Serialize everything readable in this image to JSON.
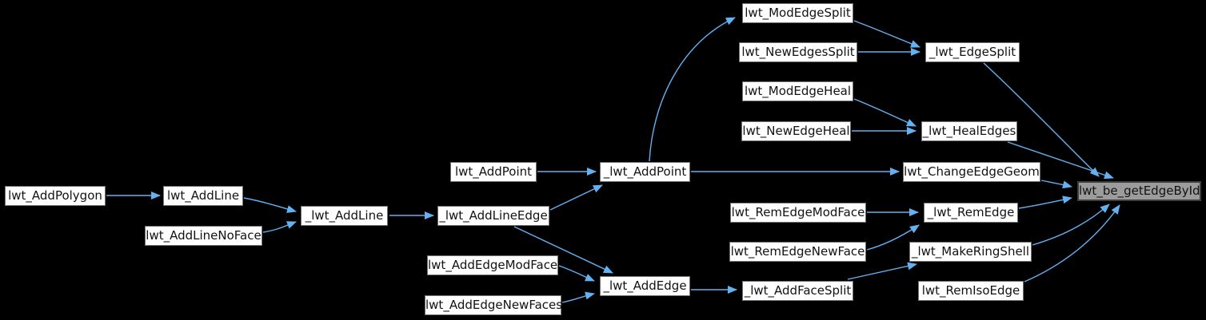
{
  "diagram": {
    "type": "call-graph",
    "highlighted_node": "lwt_be_getEdgeById",
    "nodes": [
      {
        "id": 0,
        "label": "lwt_AddPolygon"
      },
      {
        "id": 1,
        "label": "lwt_AddLine"
      },
      {
        "id": 2,
        "label": "lwt_AddLineNoFace"
      },
      {
        "id": 3,
        "label": "_lwt_AddLine"
      },
      {
        "id": 4,
        "label": "lwt_AddPoint"
      },
      {
        "id": 5,
        "label": "_lwt_AddLineEdge"
      },
      {
        "id": 6,
        "label": "lwt_AddEdgeModFace"
      },
      {
        "id": 7,
        "label": "lwt_AddEdgeNewFaces"
      },
      {
        "id": 8,
        "label": "_lwt_AddPoint"
      },
      {
        "id": 9,
        "label": "_lwt_AddEdge"
      },
      {
        "id": 10,
        "label": "lwt_ModEdgeSplit"
      },
      {
        "id": 11,
        "label": "lwt_NewEdgesSplit"
      },
      {
        "id": 12,
        "label": "lwt_ModEdgeHeal"
      },
      {
        "id": 13,
        "label": "lwt_NewEdgeHeal"
      },
      {
        "id": 14,
        "label": "lwt_RemEdgeModFace"
      },
      {
        "id": 15,
        "label": "lwt_RemEdgeNewFace"
      },
      {
        "id": 16,
        "label": "_lwt_AddFaceSplit"
      },
      {
        "id": 17,
        "label": "_lwt_EdgeSplit"
      },
      {
        "id": 18,
        "label": "_lwt_HealEdges"
      },
      {
        "id": 19,
        "label": "lwt_ChangeEdgeGeom"
      },
      {
        "id": 20,
        "label": "_lwt_RemEdge"
      },
      {
        "id": 21,
        "label": "_lwt_MakeRingShell"
      },
      {
        "id": 22,
        "label": "lwt_RemIsoEdge"
      },
      {
        "id": 23,
        "label": "lwt_be_getEdgeById"
      }
    ],
    "edges": [
      {
        "from": "lwt_AddPolygon",
        "to": "lwt_AddLine"
      },
      {
        "from": "lwt_AddLine",
        "to": "_lwt_AddLine"
      },
      {
        "from": "lwt_AddLineNoFace",
        "to": "_lwt_AddLine"
      },
      {
        "from": "_lwt_AddLine",
        "to": "_lwt_AddLineEdge"
      },
      {
        "from": "lwt_AddPoint",
        "to": "_lwt_AddPoint"
      },
      {
        "from": "_lwt_AddLineEdge",
        "to": "_lwt_AddPoint"
      },
      {
        "from": "_lwt_AddLineEdge",
        "to": "_lwt_AddEdge"
      },
      {
        "from": "lwt_AddEdgeModFace",
        "to": "_lwt_AddEdge"
      },
      {
        "from": "lwt_AddEdgeNewFaces",
        "to": "_lwt_AddEdge"
      },
      {
        "from": "_lwt_AddPoint",
        "to": "lwt_ModEdgeSplit"
      },
      {
        "from": "_lwt_AddPoint",
        "to": "lwt_ChangeEdgeGeom"
      },
      {
        "from": "lwt_ModEdgeSplit",
        "to": "_lwt_EdgeSplit"
      },
      {
        "from": "lwt_NewEdgesSplit",
        "to": "_lwt_EdgeSplit"
      },
      {
        "from": "lwt_ModEdgeHeal",
        "to": "_lwt_HealEdges"
      },
      {
        "from": "lwt_NewEdgeHeal",
        "to": "_lwt_HealEdges"
      },
      {
        "from": "lwt_RemEdgeModFace",
        "to": "_lwt_RemEdge"
      },
      {
        "from": "lwt_RemEdgeNewFace",
        "to": "_lwt_RemEdge"
      },
      {
        "from": "_lwt_AddEdge",
        "to": "_lwt_AddFaceSplit"
      },
      {
        "from": "_lwt_AddFaceSplit",
        "to": "_lwt_MakeRingShell"
      },
      {
        "from": "_lwt_EdgeSplit",
        "to": "lwt_be_getEdgeById"
      },
      {
        "from": "_lwt_HealEdges",
        "to": "lwt_be_getEdgeById"
      },
      {
        "from": "lwt_ChangeEdgeGeom",
        "to": "lwt_be_getEdgeById"
      },
      {
        "from": "_lwt_RemEdge",
        "to": "lwt_be_getEdgeById"
      },
      {
        "from": "_lwt_MakeRingShell",
        "to": "lwt_be_getEdgeById"
      },
      {
        "from": "lwt_RemIsoEdge",
        "to": "lwt_be_getEdgeById"
      }
    ]
  },
  "colors": {
    "background": "#000000",
    "node_fill": "#ffffff",
    "node_border": "#727272",
    "highlight_fill": "#9c9c9c",
    "highlight_border": "#3d3d3d",
    "arrow": "#63b1f1",
    "text": "#121212"
  }
}
